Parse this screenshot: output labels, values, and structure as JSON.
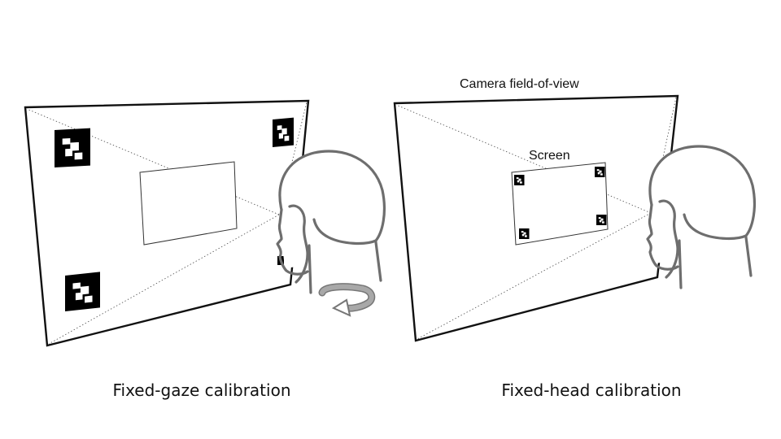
{
  "panels": [
    {
      "caption": "Fixed-gaze calibration"
    },
    {
      "caption": "Fixed-head calibration",
      "outer_label": "Camera field-of-view",
      "inner_label": "Screen"
    }
  ],
  "colors": {
    "line": "#111111",
    "head": "#6e6e6e",
    "arrow": "#9a9a9a"
  }
}
